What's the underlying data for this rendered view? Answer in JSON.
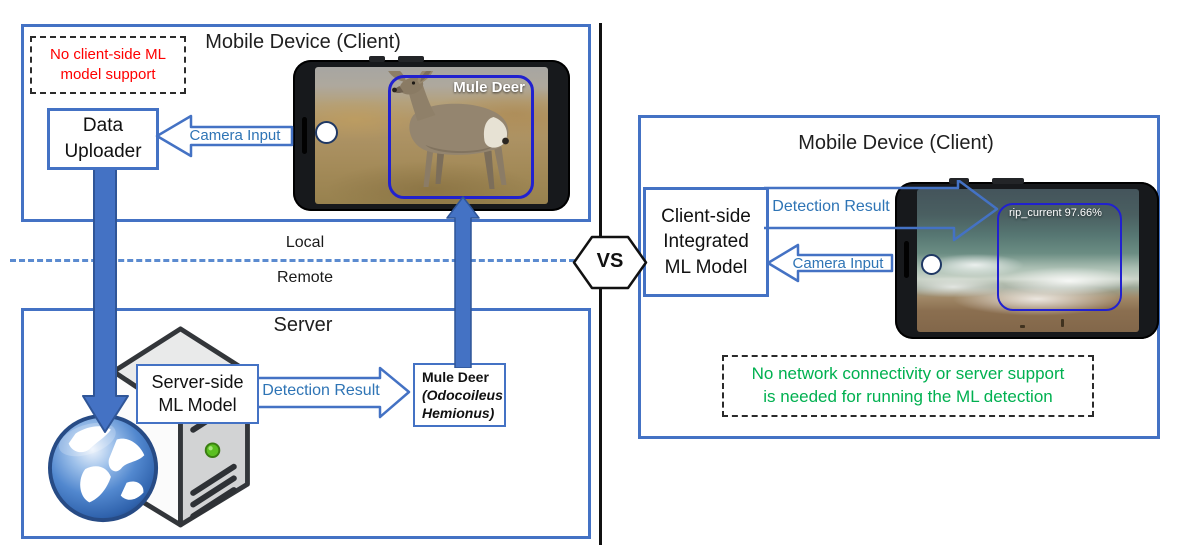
{
  "colors": {
    "accent_blue": "#4472C4",
    "label_blue": "#2E74B5",
    "bbox_blue": "#2121CF",
    "warning_red": "#FF0000",
    "note_green": "#00B050"
  },
  "left_panel": {
    "title": "Mobile Device (Client)",
    "warning_lines": [
      "No client-side ML",
      "model support"
    ],
    "data_uploader": "Data Uploader",
    "camera_input": "Camera Input",
    "phone_bbox_label": "Mule Deer"
  },
  "divider": {
    "local": "Local",
    "remote": "Remote"
  },
  "server_panel": {
    "title": "Server",
    "model_lines": [
      "Server-side",
      "ML Model"
    ],
    "detection_result": "Detection Result",
    "result_lines": [
      "Mule Deer",
      "(Odocoileus",
      "Hemionus)"
    ]
  },
  "vs_badge": "VS",
  "right_panel": {
    "title": "Mobile Device (Client)",
    "model_lines": [
      "Client-side",
      "Integrated",
      "ML Model"
    ],
    "detection_result": "Detection Result",
    "camera_input": "Camera Input",
    "phone_bbox_label": "rip_current 97.66%",
    "note_lines": [
      "No network connectivity or server support",
      "is needed for running the ML detection"
    ]
  },
  "icons": {
    "globe": "globe-icon",
    "server_tower": "server-tower-icon",
    "camera_lens": "camera-lens-icon",
    "smartphone": "smartphone-frame-icon"
  }
}
